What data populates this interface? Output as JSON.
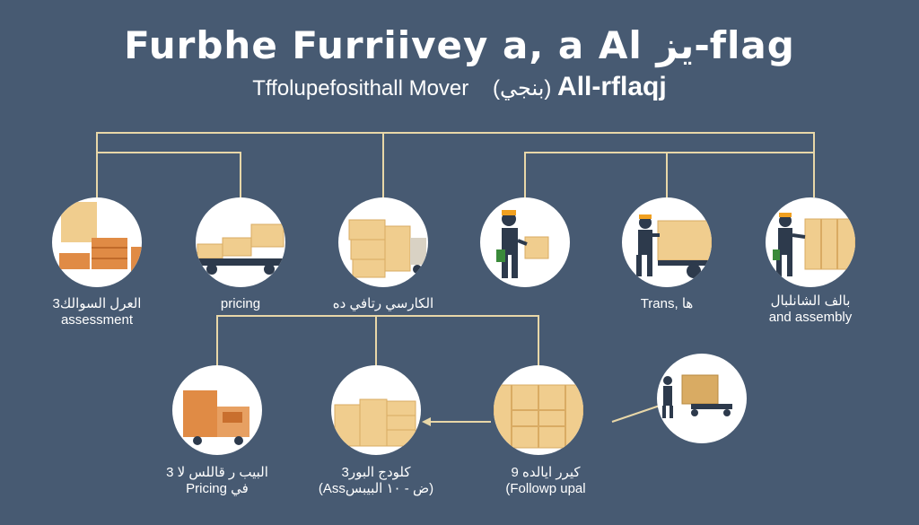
{
  "header": {
    "title": "Furbhe Furriivey a, a Al يز-flag",
    "subtitle_a": "Tffolupefosithall Mover",
    "subtitle_b": "(بنجي)",
    "subtitle_c": "All-rflaqj"
  },
  "top_steps": [
    {
      "line1": "3العرل السوالك",
      "line2": "assessment",
      "icon": "furniture-boxes-icon"
    },
    {
      "line1": "",
      "line2": "pricing",
      "icon": "loaded-cart-icon"
    },
    {
      "line1": "الكارسي رتافي ده",
      "line2": "",
      "icon": "boxes-truck-icon"
    },
    {
      "line1": "",
      "line2": "",
      "icon": "mover-carrying-box-icon"
    },
    {
      "line1": "Trans, ها",
      "line2": "",
      "icon": "mover-pushing-truck-icon"
    },
    {
      "line1": "بالف الشانلبال",
      "line2": "and assembly",
      "icon": "mover-wardrobe-icon"
    }
  ],
  "bottom_steps": [
    {
      "line1": "البيب ر قاللس لا 3",
      "line2": "Pricing في",
      "icon": "delivery-truck-icon"
    },
    {
      "line1": "3كلودج البور",
      "line2": "(Assض - ١٠ البيبس)",
      "icon": "stacked-boxes-icon"
    },
    {
      "line1": "كيرر ايالده 9",
      "line2": "(Followp upal",
      "icon": "cabinet-on-trolley-icon"
    },
    {
      "line1": "",
      "line2": "",
      "icon": "mover-dolly-icon"
    }
  ],
  "colors": {
    "background": "#475a72",
    "connector": "#e8d7a8",
    "box": "#f0cd8e",
    "box_dark": "#d9ab63",
    "orange": "#e08b45",
    "worker_dark": "#2d3a4c"
  }
}
